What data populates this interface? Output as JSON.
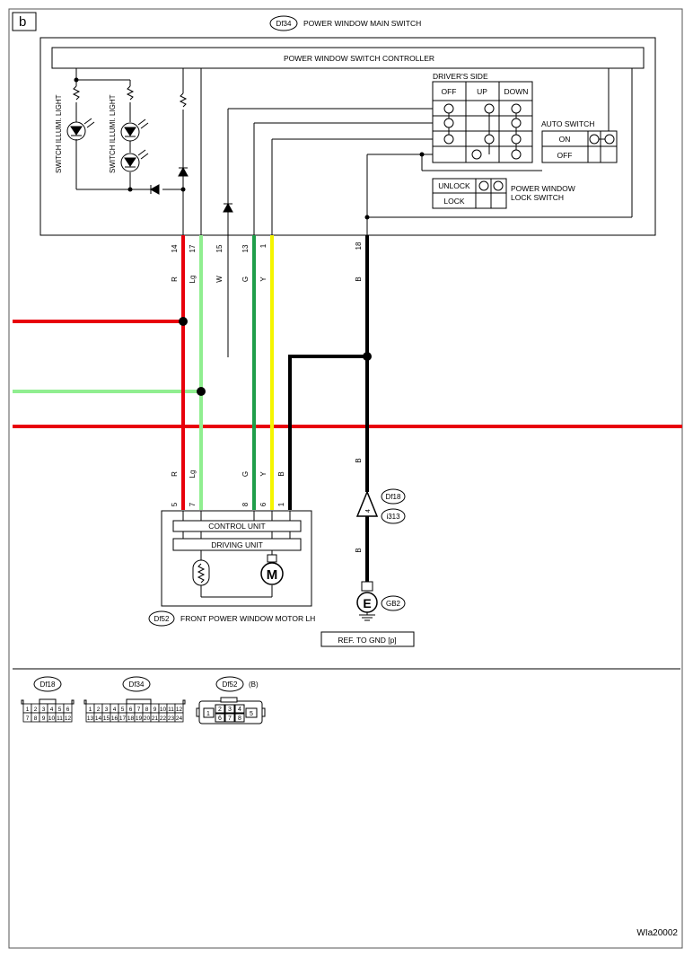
{
  "page_label": "b",
  "main_switch": {
    "connector": "Df34",
    "title": "POWER WINDOW MAIN SWITCH"
  },
  "controller": {
    "title": "POWER WINDOW SWITCH CONTROLLER"
  },
  "illum": {
    "label": "SWITCH ILLUMI. LIGHT"
  },
  "drivers_side": {
    "title": "DRIVER'S SIDE",
    "off": "OFF",
    "up": "UP",
    "down": "DOWN"
  },
  "auto_switch": {
    "title": "AUTO SWITCH",
    "on": "ON",
    "off": "OFF"
  },
  "lock_switch": {
    "unlock": "UNLOCK",
    "lock": "LOCK",
    "title_line1": "POWER WINDOW",
    "title_line2": "LOCK SWITCH"
  },
  "pins_top": [
    {
      "pin": "14",
      "color": "R"
    },
    {
      "pin": "17",
      "color": "Lg"
    },
    {
      "pin": "15",
      "color": "W"
    },
    {
      "pin": "13",
      "color": "G"
    },
    {
      "pin": "1",
      "color": "Y"
    },
    {
      "pin": "18",
      "color": "B"
    }
  ],
  "pins_motor": [
    {
      "pin": "5",
      "color": "R"
    },
    {
      "pin": "7",
      "color": "Lg"
    },
    {
      "pin": "8",
      "color": "G"
    },
    {
      "pin": "6",
      "color": "Y"
    },
    {
      "pin": "1",
      "color": "B"
    }
  ],
  "motor": {
    "control_unit": "CONTROL UNIT",
    "driving_unit": "DRIVING UNIT",
    "m_symbol": "M",
    "connector": "Df52",
    "title": "FRONT POWER WINDOW MOTOR LH"
  },
  "ground_path": {
    "wire_color_1": "B",
    "wire_color_2": "B",
    "connector_1": "Df18",
    "connector_2": "i313",
    "pin": "4",
    "ground_symbol": "E",
    "ground_id": "GB2",
    "ref": "REF. TO GND [p]"
  },
  "connectors": {
    "df18": {
      "label": "Df18",
      "row1": [
        "1",
        "2",
        "3",
        "4",
        "5",
        "6"
      ],
      "row2": [
        "7",
        "8",
        "9",
        "10",
        "11",
        "12"
      ]
    },
    "df34": {
      "label": "Df34",
      "row1": [
        "1",
        "2",
        "3",
        "4",
        "5",
        "6",
        "7",
        "8",
        "9",
        "10",
        "11",
        "12"
      ],
      "row2": [
        "13",
        "14",
        "15",
        "16",
        "17",
        "18",
        "19",
        "20",
        "21",
        "22",
        "23",
        "24"
      ]
    },
    "df52": {
      "label": "Df52",
      "variant": "(B)",
      "pin1": "1",
      "top": [
        "2",
        "3",
        "4"
      ],
      "bottom": [
        "6",
        "7",
        "8"
      ],
      "pin5": "5"
    }
  },
  "diagram_code": "WIa20002",
  "colors": {
    "R": "#e8000b",
    "Lg": "#90ee90",
    "G": "#1f9e4a",
    "Y": "#f5f500",
    "B": "#000000",
    "W": "#000000"
  }
}
